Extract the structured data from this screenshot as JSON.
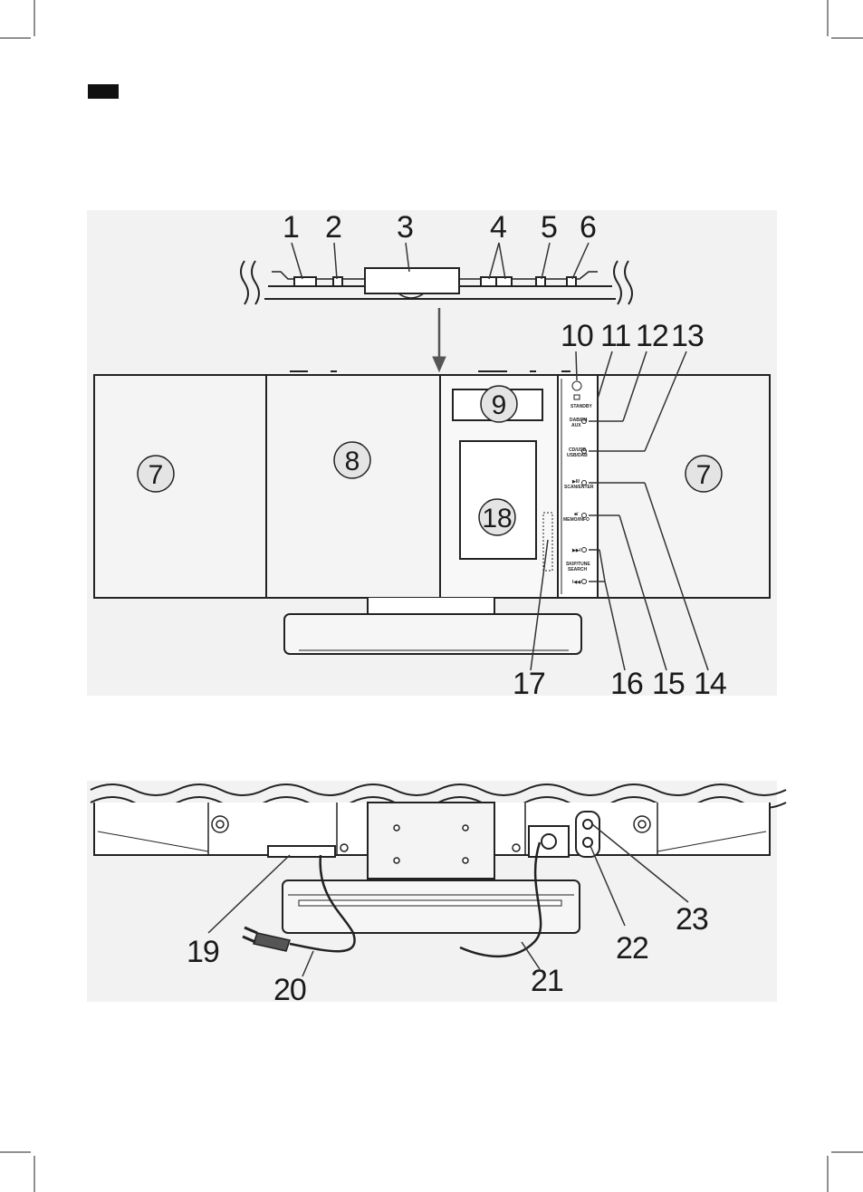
{
  "top_view": {
    "callouts": [
      "1",
      "2",
      "3",
      "4",
      "5",
      "6"
    ]
  },
  "front_view": {
    "callouts": [
      "7",
      "8",
      "9",
      "10",
      "11",
      "12",
      "13",
      "14",
      "15",
      "16",
      "17",
      "18"
    ],
    "panel_labels": {
      "b11": "STANDBY",
      "b12a": "DAB/FM",
      "b12b": "AUX",
      "b13a": "CD/USB",
      "b13b": "USB/DAB",
      "b14a": "▶II/",
      "b14b": "SCAN/ENTER",
      "b15a": "■/",
      "b15b": "MEMO/INFO",
      "b16a": "▶▶I",
      "b16b": "SKIP/TUNE",
      "b16c": "SEARCH",
      "b16d": "I◀◀"
    }
  },
  "back_view": {
    "callouts": [
      "19",
      "20",
      "21",
      "22",
      "23"
    ]
  }
}
